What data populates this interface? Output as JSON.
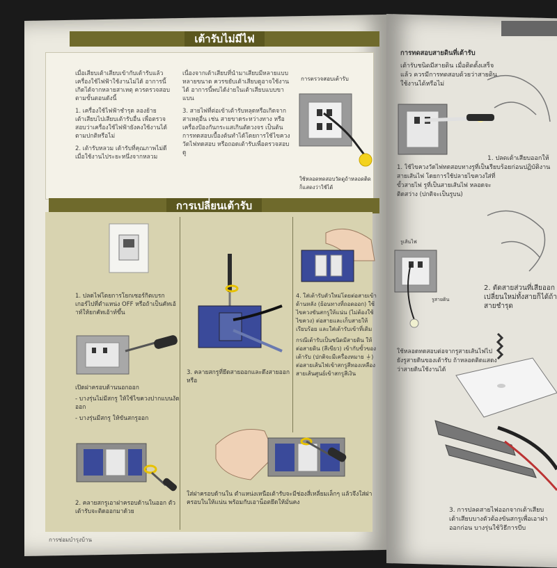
{
  "left_page": {
    "section1": {
      "title": "เต้ารับไม่มีไฟ",
      "col1": [
        "เมื่อเสียบเต้าเสียบเข้ากับเต้ารับแล้ว เครื่องใช้ไฟฟ้าใช้งานไม่ได้ อาการนี้เกิดได้จากหลายสาเหตุ ควรตรวจสอบตามขั้นตอนดังนี้",
        "1. เครื่องใช้ไฟฟ้าชำรุด ลองย้ายเต้าเสียบไปเสียบเต้ารับอื่น เพื่อตรวจสอบว่าเครื่องใช้ไฟฟ้ายังคงใช้งานได้ตามปกติหรือไม่",
        "2. เต้ารับหลวม เต้ารับที่คุณภาพไม่ดี เมื่อใช้งานไประยะหนึ่งจากหลวม"
      ],
      "col2": [
        "เนื่องจากเต้าเสียบที่นำมาเสียบมีหลายแบบหลายขนาด ควรขยับเต้าเสียบดูอาจใช้งานได้ อาการนี้พบได้ง่ายในเต้าเสียบแบบขาแบน",
        "3. สายไฟที่ต่อเข้าเต้ารับหลุดหรือเกิดจากสาเหตุอื่น เช่น สายขาดระหว่างทาง หรือเครื่องป้องกันกระแสเกินตัดวงจร เป็นต้น การทดสอบเบื้องต้นทำได้โดยการใช้ไขควงวัดไฟทดสอบ หรือถอดเต้ารับเพื่อตรวจสอบดู"
      ],
      "figure_label": "การตรวจสอบเต้ารับ",
      "figure_caption": "ใช้หลอดทดสอบวัดดูถ้าหลอดติดก็แสดงว่าใช้ได้"
    },
    "section2": {
      "title": "การเปลี่ยนเต้ารับ",
      "step1": "1. ปลดไฟโดยการโยกเซอร์กิตเบรกเกอร์ไปที่ตำแหน่ง OFF หรือถ้าเป็นคัทเอ้าท์ให้ยกคัทเอ้าท์ขึ้น",
      "step1b": [
        "เปิดฝาครอบด้านนอกออก",
        "- บางรุ่นไม่มีสกรู ให้ใช้ไขควงปากแบนงัดออก",
        "- บางรุ่นมีสกรู ให้ขันสกรูออก"
      ],
      "step2": "2. คลายสกรูเอาฝาครอบด้านในออก ตัวเต้ารับจะติดออกมาด้วย",
      "step3": "3. คลายสกรูที่ยึดสายออกและดึงสายออก หรือ",
      "step4": [
        "4. ใส่เต้ารับตัวใหม่โดยต่อสายเข้าด้านหลัง (ย้อนทางที่ถอดออก) ใช้ไขควงขันสกรูให้แน่น (ไม่ต้องใช้ไขควง) ต่อสายและเก็บสายให้เรียบร้อย และใส่เต้ารับเข้าที่เดิม",
        "กรณีเต้ารับเป็นชนิดมีสายดิน ให้ต่อสายดิน (สีเขียว) เข้ากับขั้วของเต้ารับ (ปกติจะมีเครื่องหมาย ⏚) ต่อสายเส้นไฟเข้าสกรูสีทองเหลือง สายเส้นศูนย์เข้าสกรูสีเงิน"
      ],
      "step5": "ใส่ฝาครอบด้านใน ตำแหน่งเหนือเต้ารับจะมีช่องสี่เหลี่ยมเล็กๆ แล้วจึงใส่ฝาครอบในให้แน่น พร้อมกับเอาน็อตยึดให้มั่นคง"
    },
    "footer": "การซ่อมบำรุงบ้าน"
  },
  "right_page": {
    "heading": "การทดสอบสายดินที่เต้ารับ",
    "intro": "เต้ารับชนิดมีสายดิน เมื่อติดตั้งเสร็จแล้ว ควรมีการทดสอบด้วยว่าสายดินใช้งานได้หรือไม่",
    "test_text": "1. ใช้ไขควงวัดไฟทดสอบทางรูที่เป็นสายเส้นไฟ โดยการใช้ปลายไขควงใส่ที่ขั้วสายไฟ รูที่เป็นสายเส้นไฟ หลอดจะติดสว่าง (ปกติจะเป็นรูบน)",
    "labels": [
      "รูเส้นไฟ",
      "รูสายดิน"
    ],
    "test_text2": "ใช้หลอดทดสอบต่อจากรูสายเส้นไฟไปยังรูสายดินของเต้ารับ ถ้าหลอดติดแสดงว่าสายดินใช้งานได้",
    "step1": "1. ปลดเต้าเสียบออกให้เรียบร้อยก่อนปฏิบัติงาน",
    "step2": "2. ตัดสายส่วนที่เสียออกเปลี่ยนใหม่ทั้งสายก็ได้ถ้าสายชำรุด",
    "step3": "3. การปลดสายไฟออกจากเต้าเสียบ เต้าเสียบบางตัวต้องขันสกรูเพื่อเอาฝาออกก่อน บางรุ่นใช้วิธีการบีบ"
  },
  "colors": {
    "band": "#6f6a2c",
    "page": "#eceae0",
    "panel": "#d8d3b0"
  }
}
